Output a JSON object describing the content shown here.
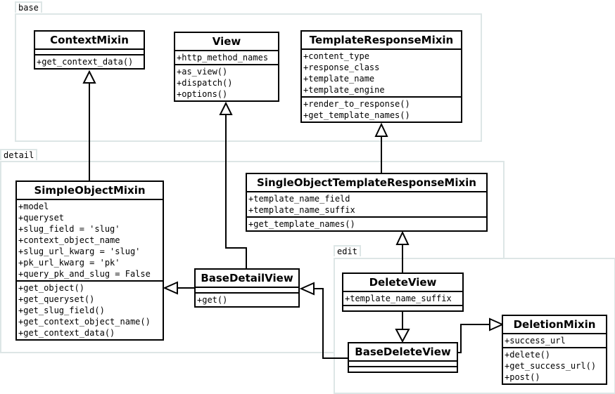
{
  "packages": {
    "base": "base",
    "detail": "detail",
    "edit": "edit"
  },
  "classes": {
    "context_mixin": {
      "name": "ContextMixin",
      "attributes": [],
      "methods": [
        "+get_context_data()"
      ]
    },
    "view": {
      "name": "View",
      "attributes": [
        "+http_method_names"
      ],
      "methods": [
        "+as_view()",
        "+dispatch()",
        "+options()"
      ]
    },
    "template_response_mixin": {
      "name": "TemplateResponseMixin",
      "attributes": [
        "+content_type",
        "+response_class",
        "+template_name",
        "+template_engine"
      ],
      "methods": [
        "+render_to_response()",
        "+get_template_names()"
      ]
    },
    "simple_object_mixin": {
      "name": "SimpleObjectMixin",
      "attributes": [
        "+model",
        "+queryset",
        "+slug_field = 'slug'",
        "+context_object_name",
        "+slug_url_kwarg = 'slug'",
        "+pk_url_kwarg = 'pk'",
        "+query_pk_and_slug = False"
      ],
      "methods": [
        "+get_object()",
        "+get_queryset()",
        "+get_slug_field()",
        "+get_context_object_name()",
        "+get_context_data()"
      ]
    },
    "single_object_template_response_mixin": {
      "name": "SingleObjectTemplateResponseMixin",
      "attributes": [
        "+template_name_field",
        "+template_name_suffix"
      ],
      "methods": [
        "+get_template_names()"
      ]
    },
    "base_detail_view": {
      "name": "BaseDetailView",
      "attributes": [],
      "methods": [
        "+get()"
      ]
    },
    "delete_view": {
      "name": "DeleteView",
      "attributes": [
        "+template_name_suffix"
      ],
      "methods": []
    },
    "base_delete_view": {
      "name": "BaseDeleteView",
      "attributes": [],
      "methods": []
    },
    "deletion_mixin": {
      "name": "DeletionMixin",
      "attributes": [
        "+success_url"
      ],
      "methods": [
        "+delete()",
        "+get_success_url()",
        "+post()"
      ]
    }
  },
  "colors": {
    "package_border": "#dde6e6",
    "line": "#000000"
  }
}
